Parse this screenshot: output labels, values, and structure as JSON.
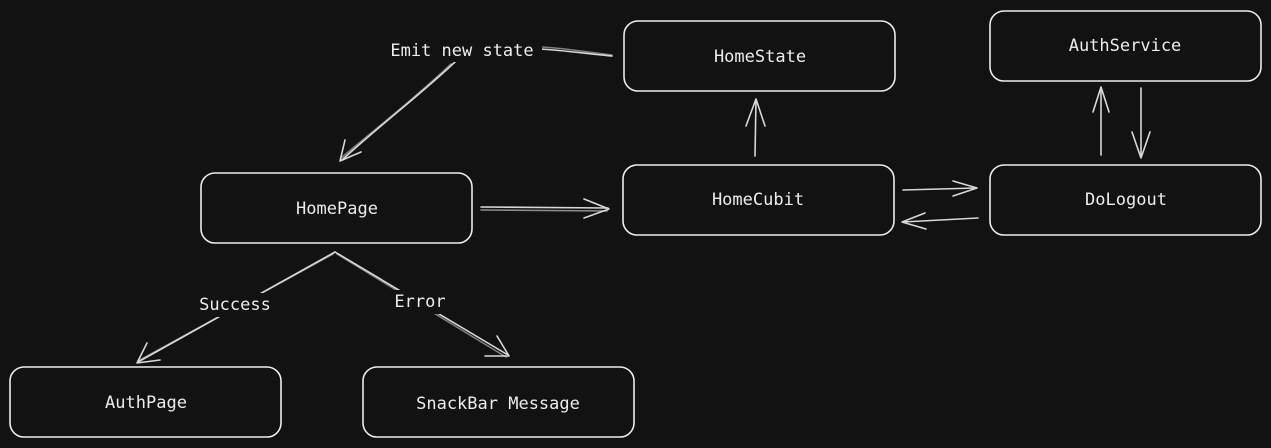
{
  "colors": {
    "background": "#121212",
    "stroke": "#ececec",
    "text": "#ececec"
  },
  "nodes": {
    "home_state": "HomeState",
    "auth_service": "AuthService",
    "home_page": "HomePage",
    "home_cubit": "HomeCubit",
    "do_logout": "DoLogout",
    "auth_page": "AuthPage",
    "snackbar_message": "SnackBar Message"
  },
  "edges": {
    "emit_new_state": "Emit new state",
    "success": "Success",
    "error": "Error"
  }
}
